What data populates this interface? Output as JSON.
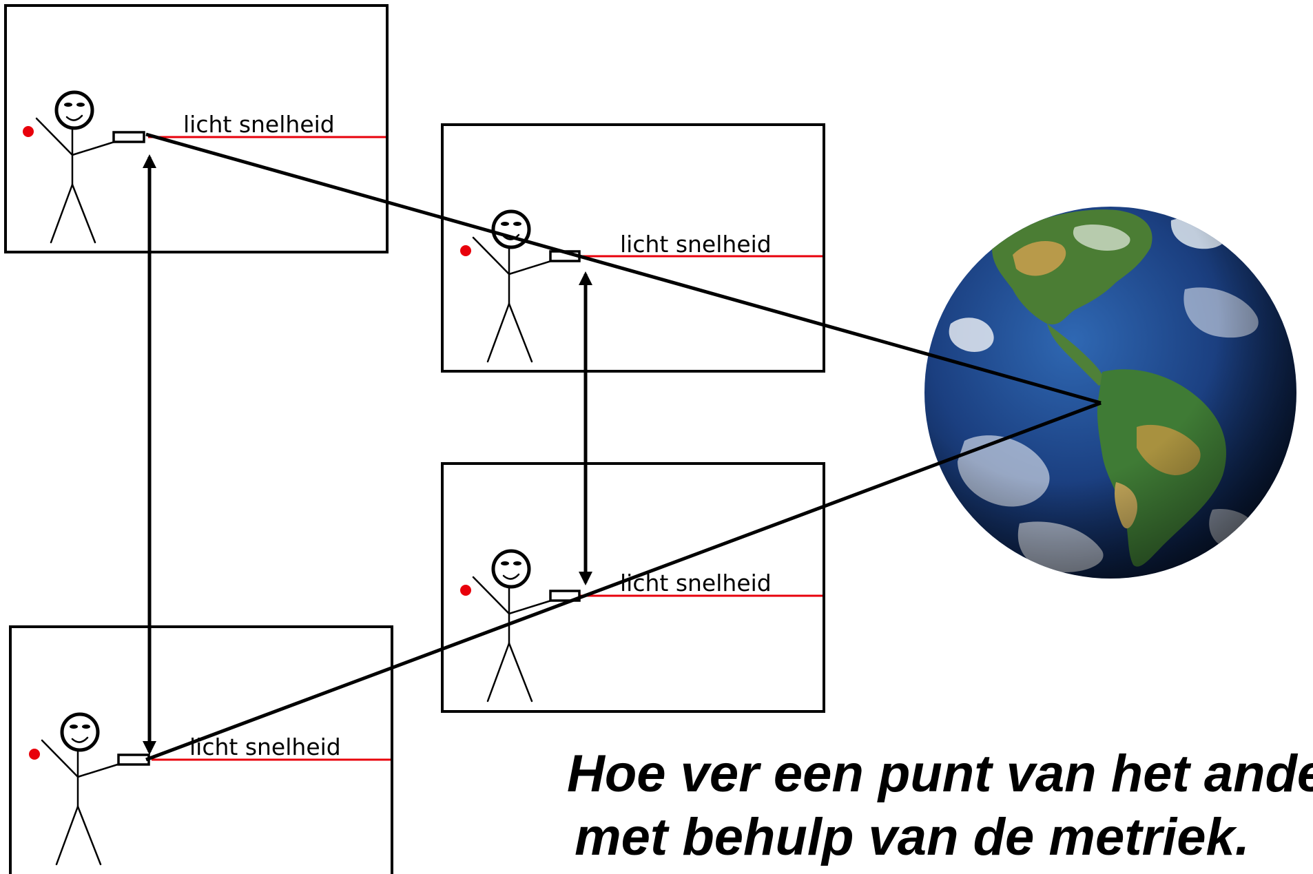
{
  "frames": [
    {
      "label": "licht snelheid"
    },
    {
      "label": "licht snelheid"
    },
    {
      "label": "licht snelheid"
    },
    {
      "label": "licht snelheid"
    }
  ],
  "caption": {
    "line1": "Hoe ver een punt van het andere",
    "line2": "met behulp van de metriek."
  },
  "colors": {
    "light_line": "#e8000b",
    "red_dot": "#e8000b",
    "ocean": "#1d3f7a",
    "land": "#3f7b35"
  },
  "icons": {
    "globe": "earth-globe-icon",
    "observer": "stick-figure-icon"
  }
}
